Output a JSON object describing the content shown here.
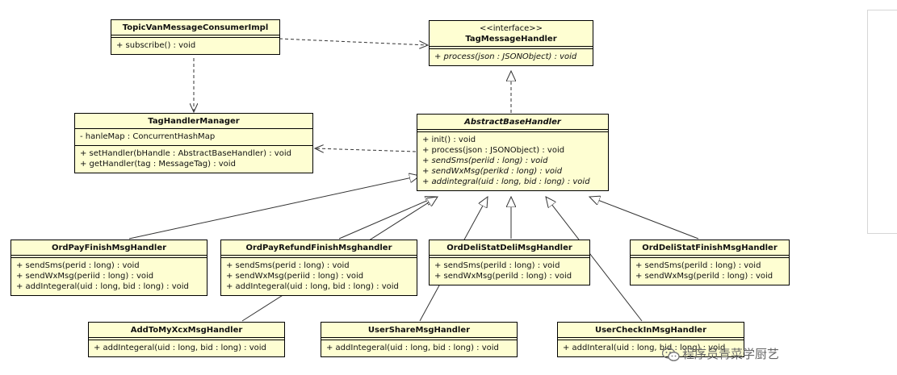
{
  "classes": {
    "topic_consumer": {
      "name": "TopicVanMessageConsumerImpl",
      "attributes": [],
      "methods": [
        "+ subscribe() : void"
      ]
    },
    "tag_message_handler": {
      "stereotype": "<<interface>>",
      "name": "TagMessageHandler",
      "attributes": [],
      "methods": [
        "+ process(json : JSONObject) : void"
      ]
    },
    "tag_handler_manager": {
      "name": "TagHandlerManager",
      "attributes": [
        "- hanleMap : ConcurrentHashMap"
      ],
      "methods": [
        "+ setHandler(bHandle : AbstractBaseHandler) : void",
        "+ getHandler(tag : MessageTag) : void"
      ]
    },
    "abstract_base_handler": {
      "name": "AbstractBaseHandler",
      "attributes": [],
      "methods": [
        "+ init() : void",
        "+ process(json : JSONObject) : void",
        "+ sendSms(periid : long) : void",
        "+ sendWxMsg(perikd : long) : void",
        "+ addintegral(uid : long, bid : long) : void"
      ]
    },
    "ord_pay_finish": {
      "name": "OrdPayFinishMsgHandler",
      "attributes": [],
      "methods": [
        "+ sendSms(perid : long) : void",
        "+ sendWxMsg(periid : long) : void",
        "+ addIntegeral(uid : long, bid : long) : void"
      ]
    },
    "ord_pay_refund_finish": {
      "name": "OrdPayRefundFinishMsghandler",
      "attributes": [],
      "methods": [
        "+ sendSms(perid : long) : void",
        "+ sendWxMsg(periid : long) : void",
        "+ addIntegeral(uid : long, bid : long) : void"
      ]
    },
    "ord_deli_stat_deli": {
      "name": "OrdDeliStatDeliMsgHandler",
      "attributes": [],
      "methods": [
        "+ sendSms(perild : long) : void",
        "+ sendWxMsg(perild : long) : void"
      ]
    },
    "ord_deli_stat_finish": {
      "name": "OrdDeliStatFinishMsgHandler",
      "attributes": [],
      "methods": [
        "+ sendSms(perild : long) : void",
        "+ sendWxMsg(perild : long) : void"
      ]
    },
    "add_to_my_xcx": {
      "name": "AddToMyXcxMsgHandler",
      "attributes": [],
      "methods": [
        "+ addIntegeral(uid : long, bid : long) : void"
      ]
    },
    "user_share": {
      "name": "UserShareMsgHandler",
      "attributes": [],
      "methods": [
        "+ addIntegeral(uid : long, bid : long) : void"
      ]
    },
    "user_check_in": {
      "name": "UserCheckInMsgHandler",
      "attributes": [],
      "methods": [
        "+ addInteral(uid : long, bid : long) : void"
      ]
    }
  },
  "watermark": {
    "text": "程序员青菜学厨艺"
  },
  "colors": {
    "class_fill": "#fefed2",
    "line": "#333333"
  }
}
